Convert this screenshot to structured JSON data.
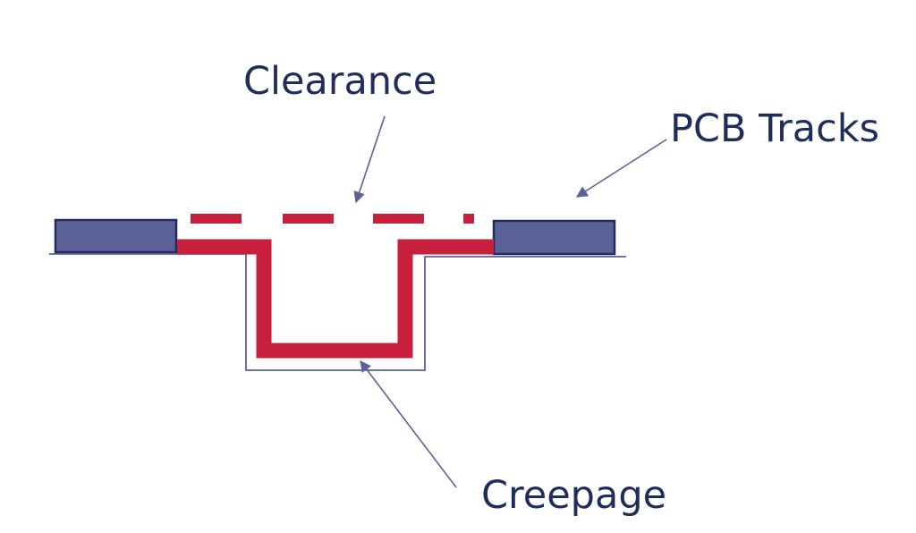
{
  "labels": {
    "clearance": "Clearance",
    "pcb_tracks": "PCB Tracks",
    "creepage": "Creepage"
  },
  "colors": {
    "track_fill": "#5b6197",
    "track_stroke": "#1f2d5c",
    "path_red": "#c8203c",
    "outline": "#5b6197",
    "arrow": "#5b6197",
    "text": "#1f2d5c"
  }
}
